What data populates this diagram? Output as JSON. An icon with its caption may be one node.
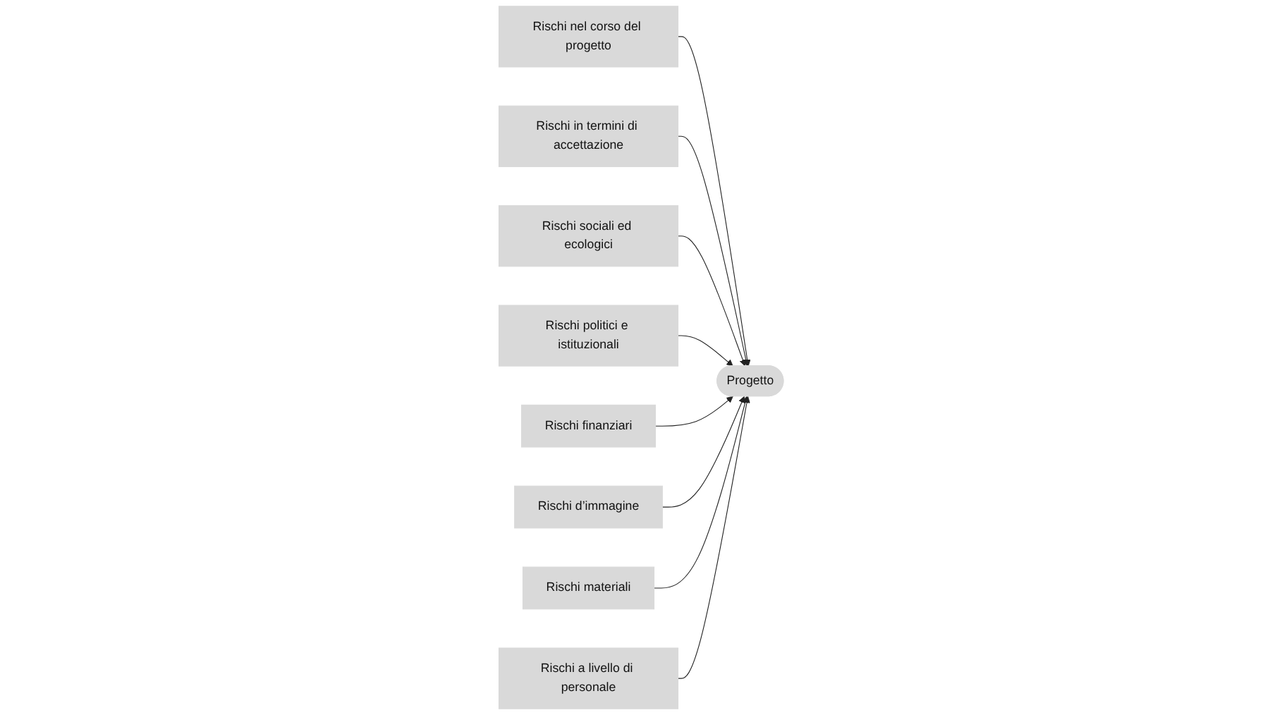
{
  "diagram": {
    "nodes": [
      {
        "text": [
          "Rischi nel corso del progetto"
        ]
      },
      {
        "text": [
          "Rischi in termini di accettazione"
        ]
      },
      {
        "text": [
          "Rischi sociali ed ecologici"
        ]
      },
      {
        "text": [
          "Rischi politici e istituzionali"
        ]
      },
      {
        "text": [
          "Rischi finanziari"
        ]
      },
      {
        "text": [
          "Progetto"
        ]
      },
      {
        "text": [
          "Rischi d’immagine"
        ]
      },
      {
        "text": [
          "Rischi materiali"
        ]
      },
      {
        "text": [
          "Rischi a livello di personale"
        ]
      }
    ],
    "edges": [
      {
        "from": 0,
        "to": 5,
        "arrow": "to"
      },
      {
        "from": 1,
        "to": 5,
        "arrow": "to"
      },
      {
        "from": 2,
        "to": 5,
        "arrow": "to"
      },
      {
        "from": 3,
        "to": 5,
        "arrow": "to"
      },
      {
        "from": 4,
        "to": 5,
        "arrow": "to"
      },
      {
        "from": 6,
        "to": 5,
        "arrow": "to"
      },
      {
        "from": 7,
        "to": 5,
        "arrow": "to"
      },
      {
        "from": 8,
        "to": 5,
        "arrow": "to"
      }
    ]
  }
}
